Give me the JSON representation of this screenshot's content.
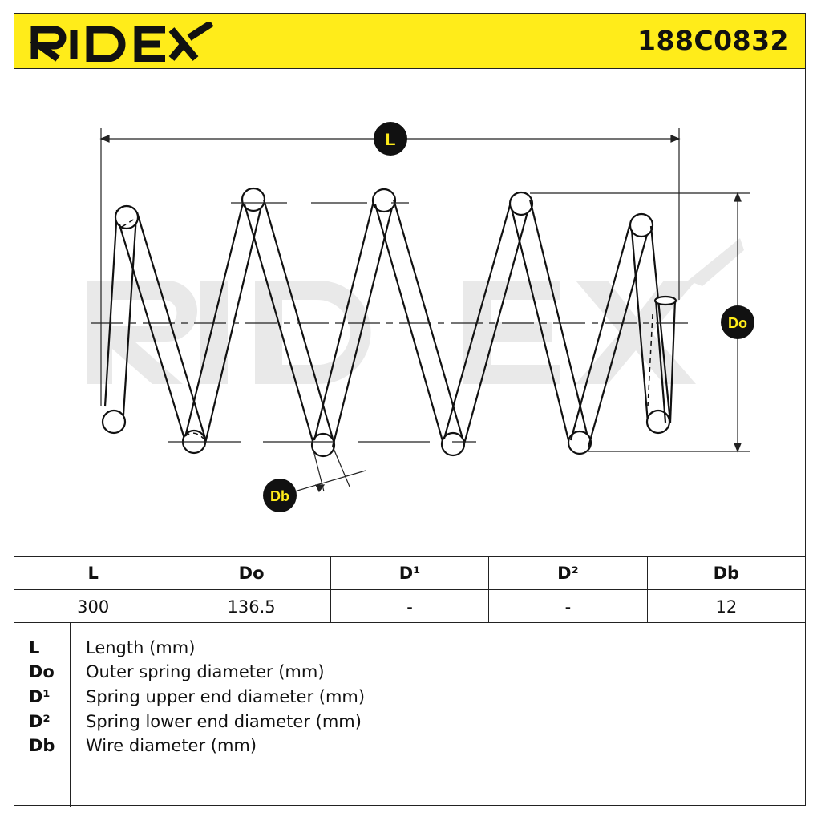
{
  "header": {
    "brand": "RIDEX",
    "part_number": "188C0832",
    "background_color": "#ffec1a"
  },
  "diagram": {
    "labels": {
      "length": "L",
      "outer_diameter": "Do",
      "wire_diameter": "Db"
    },
    "watermark": "RIDEX"
  },
  "table": {
    "headers": [
      "L",
      "Do",
      "D¹",
      "D²",
      "Db"
    ],
    "values": [
      "300",
      "136.5",
      "-",
      "-",
      "12"
    ]
  },
  "legend": [
    {
      "code": "L",
      "description": "Length (mm)"
    },
    {
      "code": "Do",
      "description": "Outer spring diameter (mm)"
    },
    {
      "code": "D¹",
      "description": "Spring upper end diameter (mm)"
    },
    {
      "code": "D²",
      "description": "Spring lower end diameter (mm)"
    },
    {
      "code": "Db",
      "description": "Wire diameter (mm)"
    }
  ]
}
